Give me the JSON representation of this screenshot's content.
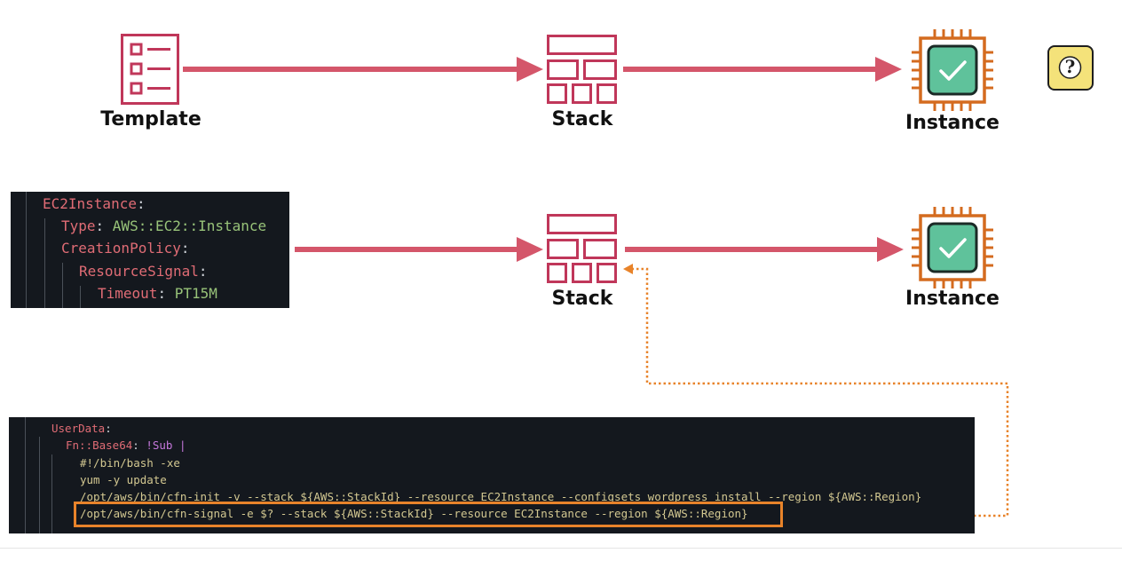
{
  "row1": {
    "template_label": "Template",
    "stack_label": "Stack",
    "instance_label": "Instance"
  },
  "row2": {
    "stack_label": "Stack",
    "instance_label": "Instance"
  },
  "snippet1": [
    {
      "key": "EC2Instance",
      "sep": ":",
      "val": ""
    },
    {
      "key": "Type",
      "sep": ": ",
      "val": "AWS::EC2::Instance"
    },
    {
      "key": "CreationPolicy",
      "sep": ":",
      "val": ""
    },
    {
      "key": "ResourceSignal",
      "sep": ":",
      "val": ""
    },
    {
      "key": "Timeout",
      "sep": ": ",
      "val": "PT15M"
    }
  ],
  "snippet2": {
    "userdata_key": "UserData",
    "fn_key": "Fn::Base64",
    "fn_val": "!Sub |",
    "lines": [
      "#!/bin/bash -xe",
      "yum -y update",
      "/opt/aws/bin/cfn-init -v --stack ${AWS::StackId} --resource EC2Instance --configsets wordpress_install --region ${AWS::Region}",
      "/opt/aws/bin/cfn-signal -e $? --stack ${AWS::StackId} --resource EC2Instance --region ${AWS::Region}"
    ]
  },
  "help_badge": "?",
  "colors": {
    "arrow": "#d4566a",
    "icon": "#c0375a",
    "chip": "#d46b1f",
    "chip_fill": "#5fc29b",
    "signal": "#e8832a",
    "help": "#f4e27a"
  }
}
